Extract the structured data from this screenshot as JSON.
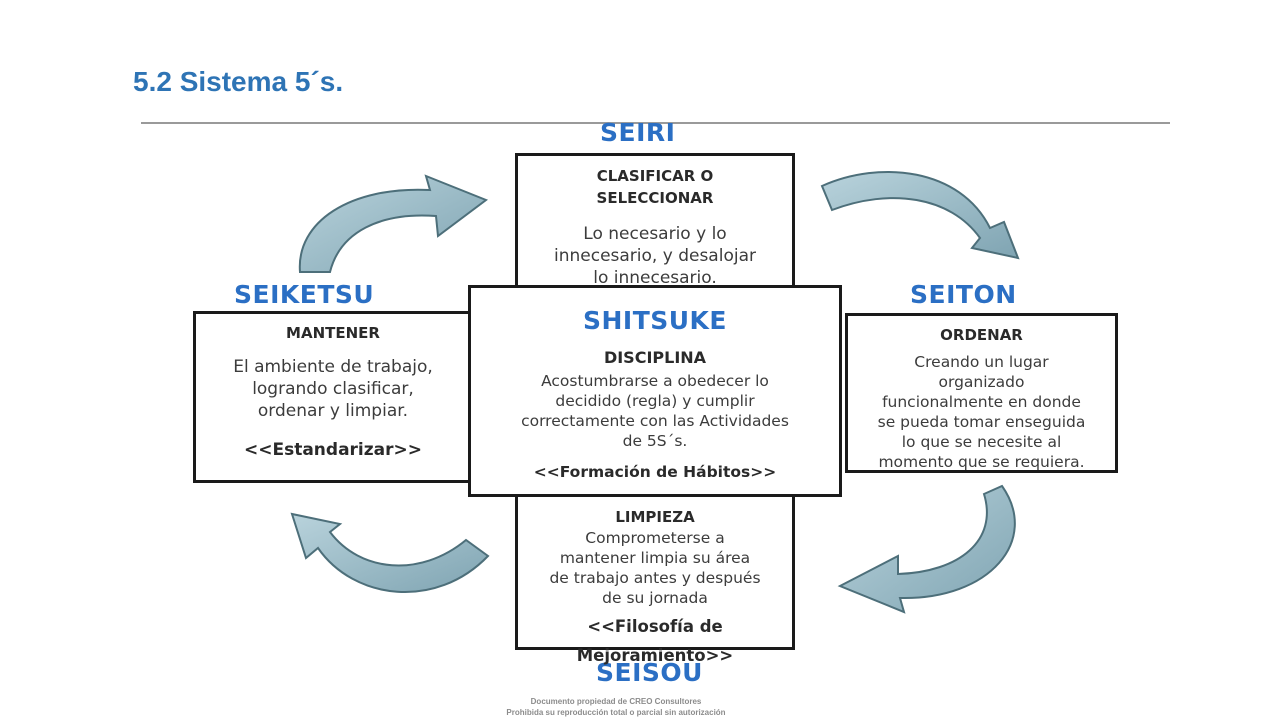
{
  "slide": {
    "title": "5.2 Sistema 5´s."
  },
  "diagram": {
    "seiri": {
      "heading": "SEIRI",
      "subtitle_line1": "CLASIFICAR  O",
      "subtitle_line2": "SELECCIONAR",
      "desc_line1": "Lo necesario y lo",
      "desc_line2": "innecesario, y desalojar",
      "desc_line3": "lo innecesario."
    },
    "seiketsu": {
      "heading": "SEIKETSU",
      "subtitle": "MANTENER",
      "desc_line1": "El ambiente de trabajo,",
      "desc_line2": "logrando clasificar,",
      "desc_line3": "ordenar y limpiar.",
      "tag": "<<Estandarizar>>"
    },
    "shitsuke": {
      "heading": "SHITSUKE",
      "subtitle": "DISCIPLINA",
      "desc_line1": "Acostumbrarse a obedecer lo",
      "desc_line2": "decidido (regla) y cumplir",
      "desc_line3": "correctamente con las Actividades",
      "desc_line4": "de 5S´s.",
      "tag": "<<Formación de Hábitos>>"
    },
    "seiton": {
      "heading": "SEITON",
      "subtitle": "ORDENAR",
      "desc_line1": "Creando un lugar",
      "desc_line2": "organizado",
      "desc_line3": "funcionalmente en donde",
      "desc_line4": "se pueda tomar enseguida",
      "desc_line5": "lo que se necesite al",
      "desc_line6": "momento que se requiera."
    },
    "seisou": {
      "heading": "SEISOU",
      "subtitle": "LIMPIEZA",
      "desc_line1": "Comprometerse a",
      "desc_line2": "mantener limpia su área",
      "desc_line3": "de trabajo antes y después",
      "desc_line4": "de su jornada",
      "tag_line1": "<<Filosofía de",
      "tag_line2": "Mejoramiento>>"
    },
    "arrow_color": "#8fb3c0",
    "arrow_stroke": "#4d6f7a",
    "heading_color": "#2b6fc4"
  },
  "footer": {
    "line1": "Documento propiedad de CREO Consultores",
    "line2": "Prohibida su reproducción total o parcial sin autorización"
  },
  "colors": {
    "title": "#2e74b5",
    "rule": "#9a9a9a",
    "box_border": "#1a1a1a"
  }
}
